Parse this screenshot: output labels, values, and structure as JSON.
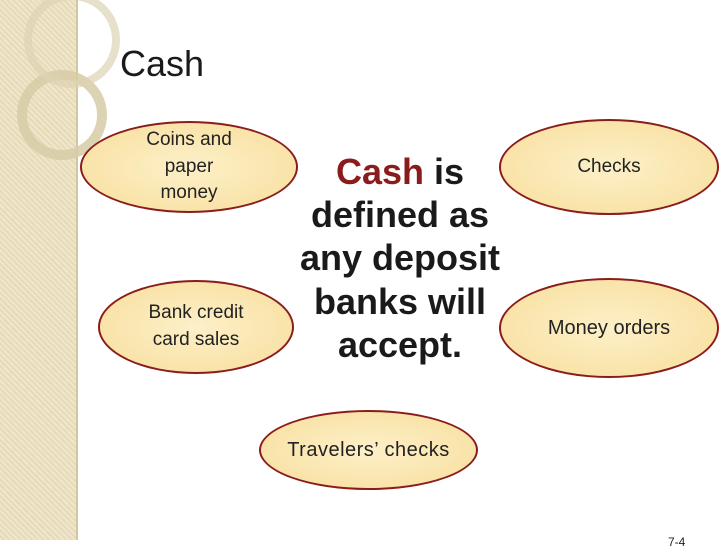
{
  "slide": {
    "title": "Cash",
    "center": {
      "highlight": "Cash",
      "rest": " is defined as any deposit banks will accept."
    },
    "ellipses": {
      "coins": "Coins and\npaper\nmoney",
      "bank": "Bank credit\ncard sales",
      "checks": "Checks",
      "money_orders": "Money orders",
      "travelers": "Travelers’ checks"
    },
    "page_number": "7-4"
  },
  "colors": {
    "ellipse_border": "#8b1c1c",
    "ellipse_fill": "#f9e3a9",
    "sidebar": "#e6dbb9"
  }
}
